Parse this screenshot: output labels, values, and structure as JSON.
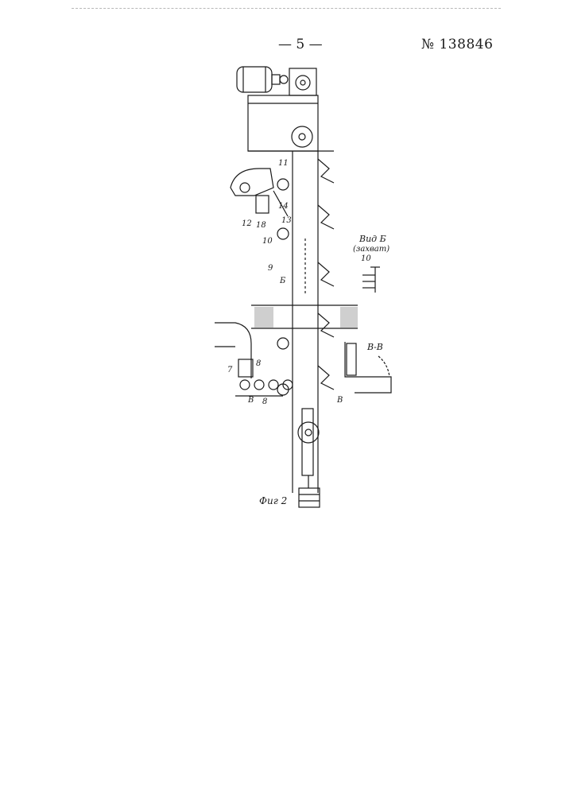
{
  "header": {
    "page_number": "— 5 —",
    "patent_number": "№ 138846"
  },
  "figure": {
    "caption": "Фиг 2",
    "view_b_title": "Вид Б",
    "view_b_subtitle": "(захват)",
    "section_label": "В-В",
    "labels": {
      "l7": "7",
      "l8a": "8",
      "l8b": "8",
      "l9": "9",
      "l10a": "10",
      "l10b": "10",
      "l11": "11",
      "l12": "12",
      "l13": "13",
      "l14": "14",
      "l18": "18",
      "lB_arrow": "Б",
      "lV_top": "В",
      "lV_bottom": "В"
    }
  }
}
